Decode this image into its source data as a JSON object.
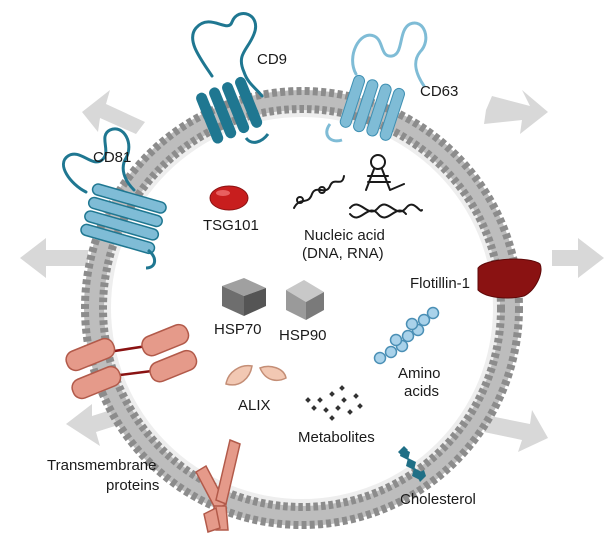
{
  "labels": {
    "cd9": "CD9",
    "cd63": "CD63",
    "cd81": "CD81",
    "tsg101": "TSG101",
    "nucleic_acid_1": "Nucleic acid",
    "nucleic_acid_2": "(DNA, RNA)",
    "flotillin": "Flotillin-1",
    "hsp70": "HSP70",
    "hsp90": "HSP90",
    "amino_1": "Amino",
    "amino_2": "acids",
    "alix": "ALIX",
    "metabolites": "Metabolites",
    "transmembrane_1": "Transmembrane",
    "transmembrane_2": "proteins",
    "cholesterol": "Cholesterol"
  },
  "colors": {
    "membrane": "#8c8c8c",
    "membrane_fill": "#eeeeee",
    "tetraspanin_dark": "#1f7791",
    "tetraspanin_light": "#7fbcd6",
    "tsg101": "#c81e1e",
    "flotillin": "#8a1212",
    "hsp": "#7a7a7a",
    "amino": "#a9d2ea",
    "alix": "#f2c8b3",
    "transmembrane": "#e59a8a",
    "cholesterol": "#1f6f86",
    "arrow": "#d8d8d8"
  }
}
